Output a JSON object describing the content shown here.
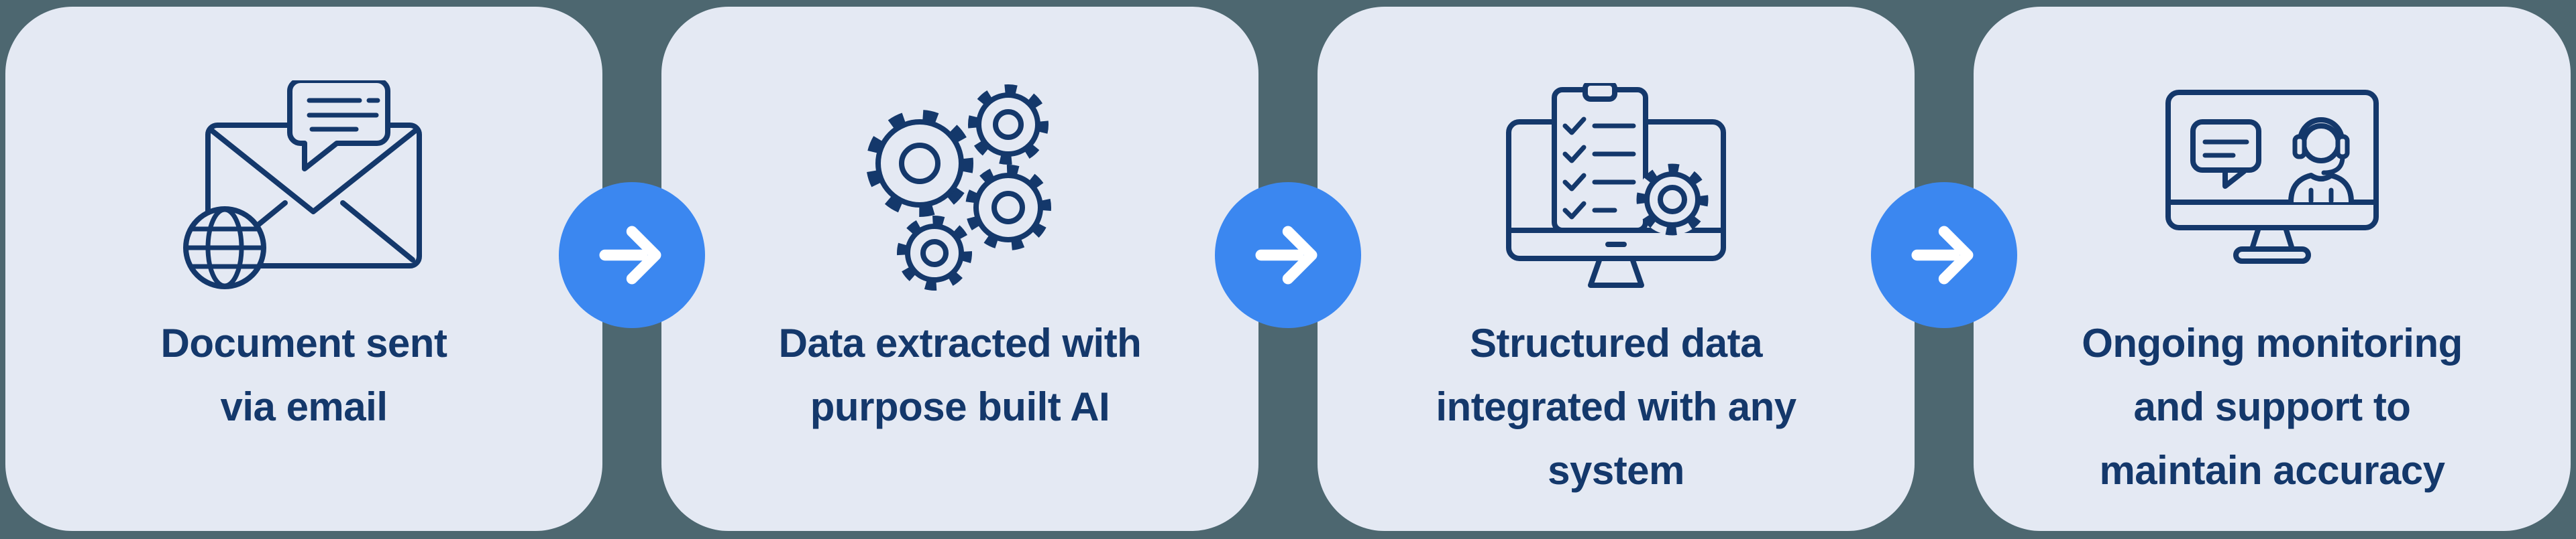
{
  "page": {
    "type": "process-flow-infographic",
    "background_color": "#4D6770",
    "card_color": "#E4E9F3",
    "text_color": "#14386B",
    "accent_color": "#3B87F0"
  },
  "steps": [
    {
      "label": "Document sent via email",
      "lines": [
        "Document sent",
        "via email"
      ],
      "icon": "email-globe-message-icon"
    },
    {
      "label": "Data extracted with purpose built AI",
      "lines": [
        "Data extracted with",
        "purpose built AI"
      ],
      "icon": "gears-icon"
    },
    {
      "label": "Structured data integrated with any system",
      "lines": [
        "Structured data",
        "integrated with any",
        "system"
      ],
      "icon": "checklist-monitor-gear-icon"
    },
    {
      "label": "Ongoing monitoring and support to maintain accuracy",
      "lines": [
        "Ongoing monitoring",
        "and support to",
        "maintain accuracy"
      ],
      "icon": "support-monitor-headset-icon"
    }
  ],
  "arrows": {
    "icon": "arrow-right-icon",
    "count": 3,
    "color": "#3B87F0"
  }
}
